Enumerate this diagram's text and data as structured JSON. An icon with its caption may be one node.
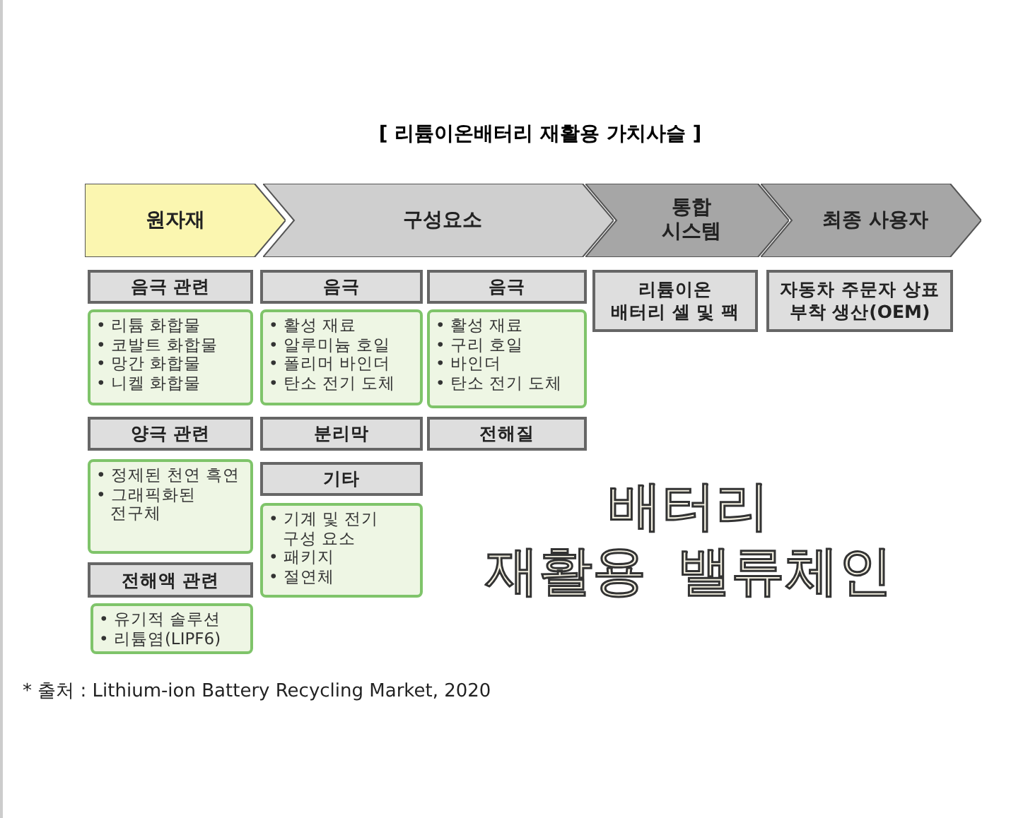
{
  "diagram": {
    "title": "[ 리튬이온배터리 재활용 가치사슬 ]",
    "nodes": [
      {
        "text": [
          "원자재"
        ]
      },
      {
        "text": [
          "구성요소"
        ]
      },
      {
        "text": [
          "통합 시스템"
        ]
      },
      {
        "text": [
          "최종 사용자"
        ]
      },
      {
        "text": [
          "음극 관련"
        ]
      },
      {
        "text": [
          "음극"
        ]
      },
      {
        "text": [
          "음극"
        ]
      },
      {
        "text": [
          "리튬이온 배터리 셀 및 팩"
        ]
      },
      {
        "text": [
          "자동차 주문자 상표 부착 생산(OEM)"
        ]
      },
      {
        "text": [
          "• 리튬 화합물",
          "• 코발트 화합물",
          "• 망간 화합물",
          "• 니켈 화합물"
        ]
      },
      {
        "text": [
          "• 활성 재료",
          "• 알루미늄 호일",
          "• 폴리머 바인더",
          "• 탄소 전기 도체"
        ]
      },
      {
        "text": [
          "• 활성 재료",
          "• 구리 호일",
          "• 바인더",
          "• 탄소 전기 도체"
        ]
      },
      {
        "text": [
          "양극 관련"
        ]
      },
      {
        "text": [
          "분리막"
        ]
      },
      {
        "text": [
          "전해질"
        ]
      },
      {
        "text": [
          "• 정제된 천연 흑연",
          "• 그래픽화된 전구체"
        ]
      },
      {
        "text": [
          "기타"
        ]
      },
      {
        "text": [
          "• 기계 및 전기 구성 요소",
          "• 패키지",
          "• 절연체"
        ]
      },
      {
        "text": [
          "전해액 관련"
        ]
      },
      {
        "text": [
          "• 유기적 솔루션",
          "• 리튬염(LIPF6)"
        ]
      }
    ],
    "labels": [
      "배터리 재활용 밸류체인",
      "* 출처 : Lithium-ion Battery Recycling Market, 2020"
    ]
  }
}
